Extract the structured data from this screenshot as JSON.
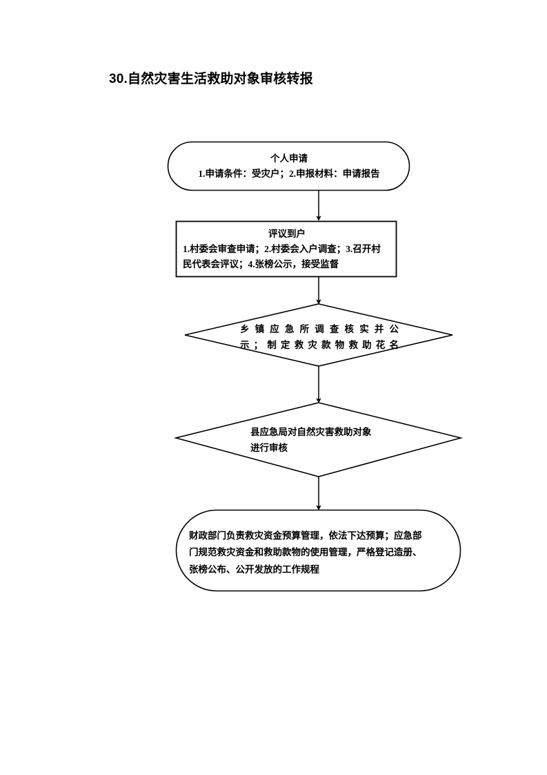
{
  "page": {
    "title": "30.自然灾害生活救助对象审核转报",
    "background_color": "#ffffff",
    "stroke_color": "#000000"
  },
  "chart_data": {
    "type": "diagram",
    "diagram_kind": "flowchart",
    "orientation": "top-to-bottom",
    "title": "30.自然灾害生活救助对象审核转报",
    "nodes": [
      {
        "id": "n1",
        "shape": "stadium",
        "heading": "个人申请",
        "lines": [
          "1.申请条件：受灾户；2.申报材料：申请报告"
        ]
      },
      {
        "id": "n2",
        "shape": "rectangle",
        "heading": "评议到户",
        "lines": [
          "1.村委会审查申请；2.村委会入户调查；3.召开村",
          "民代表会评议；4.张榜公示，接受监督"
        ]
      },
      {
        "id": "n3",
        "shape": "diamond",
        "heading": "",
        "lines": [
          "乡镇应急所调查核实并公",
          "示；制定救灾款物救助花名"
        ]
      },
      {
        "id": "n4",
        "shape": "diamond",
        "heading": "",
        "lines": [
          "县应急局对自然灾害救助对象",
          "进行审核"
        ]
      },
      {
        "id": "n5",
        "shape": "stadium",
        "heading": "",
        "lines": [
          "财政部门负责救灾资金预算管理，依法下达预算；应急部",
          "门规范救灾资金和救助款物的使用管理，严格登记造册、",
          "张榜公布、公开发放的工作规程"
        ]
      }
    ],
    "edges": [
      {
        "from": "n1",
        "to": "n2",
        "style": "solid-arrow-down"
      },
      {
        "from": "n2",
        "to": "n3",
        "style": "solid-arrow-down"
      },
      {
        "from": "n3",
        "to": "n4",
        "style": "solid-arrow-down"
      },
      {
        "from": "n4",
        "to": "n5",
        "style": "solid-arrow-down"
      }
    ]
  },
  "nodes": {
    "start": {
      "heading": "个人申请",
      "line1": "1.申请条件：受灾户；2.申报材料：申请报告"
    },
    "review": {
      "heading": "评议到户",
      "line1": "1.村委会审查申请；2.村委会入户调查；3.召开村",
      "line2": "民代表会评议；4.张榜公示，接受监督"
    },
    "town": {
      "line1": "乡镇应急所调查核实并公",
      "line2": "示；制定救灾款物救助花名"
    },
    "county": {
      "line1": "县应急局对自然灾害救助对象",
      "line2": "进行审核"
    },
    "finance": {
      "line1": "财政部门负责救灾资金预算管理，依法下达预算；应急部",
      "line2": "门规范救灾资金和救助款物的使用管理，严格登记造册、",
      "line3": "张榜公布、公开发放的工作规程"
    }
  }
}
